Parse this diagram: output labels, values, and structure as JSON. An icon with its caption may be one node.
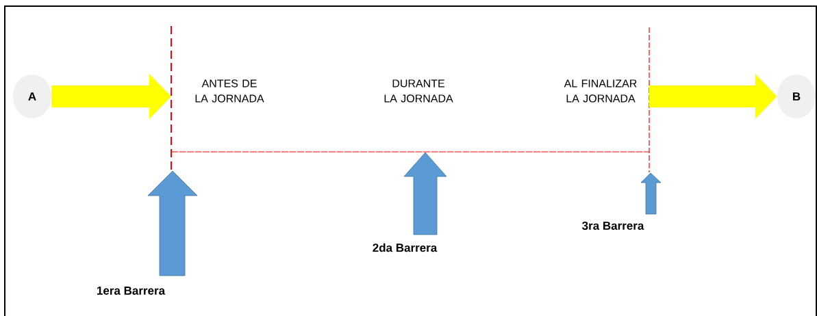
{
  "diagram": {
    "nodes": [
      {
        "text": [
          "A"
        ]
      },
      {
        "text": [
          "B"
        ]
      },
      {
        "text": [],
        "shape": "line"
      },
      {
        "text": [],
        "shape": "line"
      }
    ],
    "edges": [
      {
        "from": 0,
        "to": 2,
        "arrow": "to",
        "color": "#ffff00"
      },
      {
        "from": 3,
        "to": 1,
        "arrow": "to",
        "color": "#ffff00"
      },
      {
        "from": 2,
        "to": 3,
        "arrow": "none",
        "style": "dashed",
        "color": "#ff0000"
      }
    ],
    "labels": [
      "ANTES DE LA JORNADA",
      "DURANTE LA JORNADA",
      "AL FINALIZAR LA JORNADA",
      "1era Barrera",
      "2da Barrera",
      "3ra Barrera"
    ]
  }
}
